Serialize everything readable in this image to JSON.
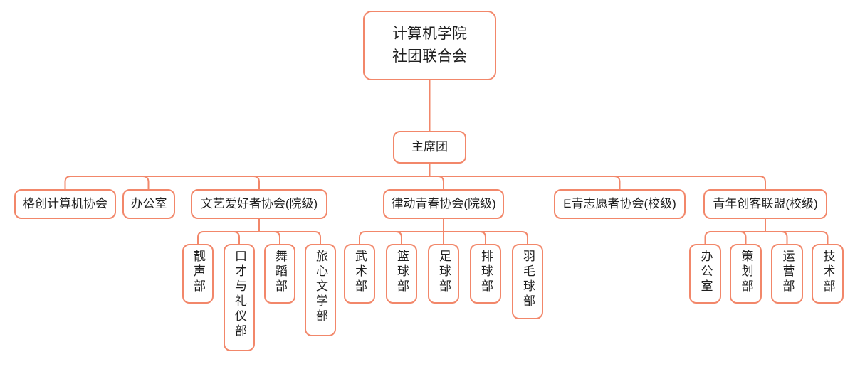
{
  "colors": {
    "line": "#F2876A",
    "box_bg": "#FFFFFF",
    "text": "#1F1F1F",
    "canvas_bg": "#FFFFFF"
  },
  "org": {
    "root": {
      "label": "计算机学院\n社团联合会"
    },
    "level2": {
      "presidium": {
        "label": "主席团"
      }
    },
    "level3": [
      {
        "label": "格创计算机协会"
      },
      {
        "label": "办公室"
      },
      {
        "label": "文艺爱好者协会(院级)"
      },
      {
        "label": "律动青春协会(院级)"
      },
      {
        "label": "E青志愿者协会(校级)"
      },
      {
        "label": "青年创客联盟(校级)"
      }
    ],
    "level4": {
      "wenyi_children": [
        {
          "label": "靓声部"
        },
        {
          "label": "口才与礼仪部"
        },
        {
          "label": "舞蹈部"
        },
        {
          "label": "旅心文学部"
        }
      ],
      "lvdong_children": [
        {
          "label": "武术部"
        },
        {
          "label": "篮球部"
        },
        {
          "label": "足球部"
        },
        {
          "label": "排球部"
        },
        {
          "label": "羽毛球部"
        }
      ],
      "chuangke_children": [
        {
          "label": "办公室"
        },
        {
          "label": "策划部"
        },
        {
          "label": "运营部"
        },
        {
          "label": "技术部"
        }
      ]
    }
  }
}
